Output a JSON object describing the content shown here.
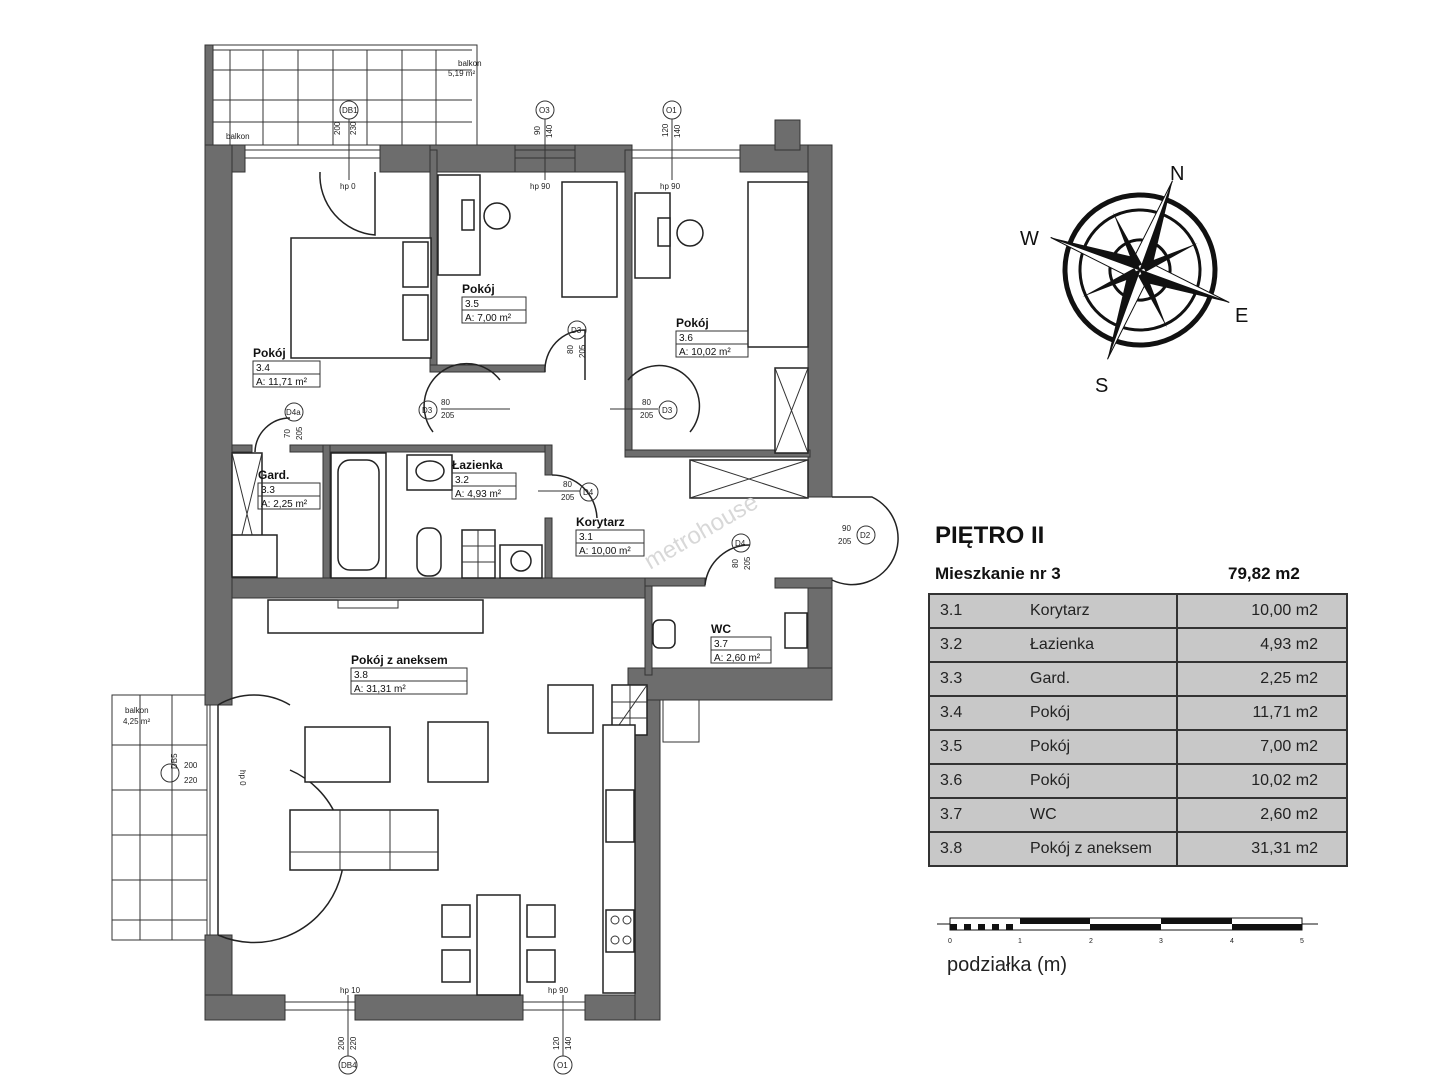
{
  "header": {
    "floor": "PIĘTRO II",
    "apartment": "Mieszkanie nr 3",
    "total_area": "79,82 m2"
  },
  "areas_table": [
    {
      "num": "3.1",
      "name": "Korytarz",
      "area": "10,00 m2"
    },
    {
      "num": "3.2",
      "name": "Łazienka",
      "area": "4,93 m2"
    },
    {
      "num": "3.3",
      "name": "Gard.",
      "area": "2,25 m2"
    },
    {
      "num": "3.4",
      "name": "Pokój",
      "area": "11,71 m2"
    },
    {
      "num": "3.5",
      "name": "Pokój",
      "area": "7,00 m2"
    },
    {
      "num": "3.6",
      "name": "Pokój",
      "area": "10,02 m2"
    },
    {
      "num": "3.7",
      "name": "WC",
      "area": "2,60 m2"
    },
    {
      "num": "3.8",
      "name": "Pokój z aneksem",
      "area": "31,31 m2"
    }
  ],
  "rooms": {
    "r31": {
      "name": "Korytarz",
      "num": "3.1",
      "area": "A: 10,00 m²"
    },
    "r32": {
      "name": "Łazienka",
      "num": "3.2",
      "area": "A: 4,93 m²"
    },
    "r33": {
      "name": "Gard.",
      "num": "3.3",
      "area": "A: 2,25 m²"
    },
    "r34": {
      "name": "Pokój",
      "num": "3.4",
      "area": "A: 11,71 m²"
    },
    "r35": {
      "name": "Pokój",
      "num": "3.5",
      "area": "A: 7,00 m²"
    },
    "r36": {
      "name": "Pokój",
      "num": "3.6",
      "area": "A: 10,02 m²"
    },
    "r37": {
      "name": "WC",
      "num": "3.7",
      "area": "A: 2,60 m²"
    },
    "r38": {
      "name": "Pokój z aneksem",
      "num": "3.8",
      "area": "A: 31,31 m²"
    }
  },
  "balconies": {
    "top_label": "balkon",
    "top_area": "5,19 m²",
    "top_small": "balkon",
    "left_label": "balkon",
    "left_area": "4,25 m²"
  },
  "openings": {
    "db1": {
      "tag": "DB1",
      "w": "200",
      "h": "230",
      "hp": "hp 0"
    },
    "o3": {
      "tag": "O3",
      "w": "90",
      "h": "140",
      "hp": "hp 90"
    },
    "o1_top": {
      "tag": "O1",
      "w": "120",
      "h": "140",
      "hp": "hp 90"
    },
    "d3_a": {
      "tag": "D3",
      "w": "80",
      "h": "205"
    },
    "d3_b": {
      "tag": "D3",
      "w": "80",
      "h": "205"
    },
    "d3_c": {
      "tag": "D3",
      "w": "80",
      "h": "205"
    },
    "d4a": {
      "tag": "D4a",
      "w": "70",
      "h": "205"
    },
    "d4_a": {
      "tag": "D4",
      "w": "80",
      "h": "205"
    },
    "d4_b": {
      "tag": "D4",
      "w": "80",
      "h": "205"
    },
    "d2": {
      "tag": "D2",
      "w": "90",
      "h": "205"
    },
    "db5": {
      "tag": "DB5",
      "w": "200",
      "h": "220",
      "hp": "hp 0"
    },
    "db4": {
      "tag": "DB4",
      "w": "200",
      "h": "220",
      "hp": "hp 10"
    },
    "o1_bottom": {
      "tag": "O1",
      "w": "120",
      "h": "140",
      "hp": "hp 90"
    }
  },
  "compass": {
    "n": "N",
    "e": "E",
    "s": "S",
    "w": "W"
  },
  "scale": {
    "ticks": [
      "0",
      "1",
      "2",
      "3",
      "4",
      "5"
    ],
    "label": "podziałka (m)"
  },
  "watermark": "metrohouse",
  "colors": {
    "wall": "#6d6d6d",
    "table_bg": "#c8c8c8"
  }
}
